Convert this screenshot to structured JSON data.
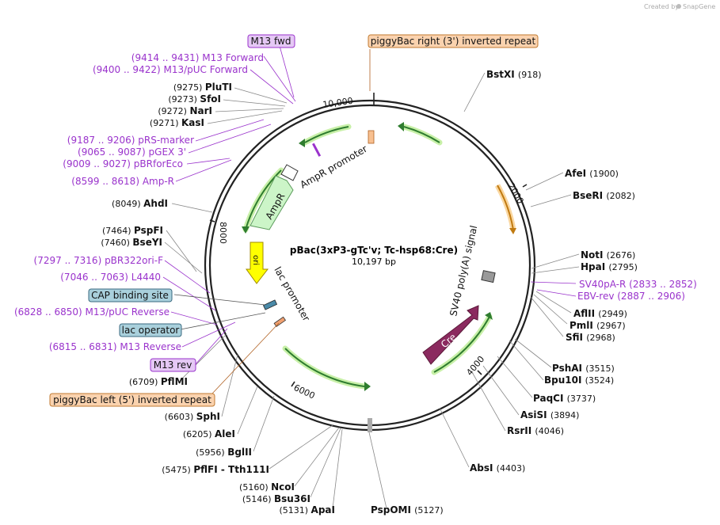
{
  "credit": {
    "created_by": "Created by",
    "brand": "SnapGene"
  },
  "title": {
    "name": "pBac(3xP3-gTc'v; Tc-hsp68:Cre)",
    "length": "10,197 bp"
  },
  "ticks": {
    "t2000": "2000",
    "t4000": "4000",
    "t6000": "6000",
    "t8000": "8000",
    "t10000": "10,000"
  },
  "features": {
    "ampr_promoter": "AmpR promoter",
    "ampr": "AmpR",
    "ori": "ori",
    "lac_promoter": "lac promoter",
    "sv40": "SV40 poly(A) signal",
    "cre": "Cre"
  },
  "boxes": {
    "m13_fwd": "M13 fwd",
    "pbac_right": "piggyBac right (3') inverted repeat",
    "cap": "CAP binding site",
    "lac_operator": "lac operator",
    "m13_rev": "M13 rev",
    "pbac_left": "piggyBac left (5') inverted repeat"
  },
  "left_labels": [
    {
      "id": "m13f",
      "pos": "(9414 .. 9431)",
      "name": "M13 Forward",
      "kind": "primer"
    },
    {
      "id": "m13puc",
      "pos": "(9400 .. 9422)",
      "name": "M13/pUC Forward",
      "kind": "primer"
    },
    {
      "id": "plut",
      "pos": "(9275)",
      "name": "PluTI",
      "kind": "enzyme"
    },
    {
      "id": "sfoi",
      "pos": "(9273)",
      "name": "SfoI",
      "kind": "enzyme"
    },
    {
      "id": "nari",
      "pos": "(9272)",
      "name": "NarI",
      "kind": "enzyme"
    },
    {
      "id": "kasi",
      "pos": "(9271)",
      "name": "KasI",
      "kind": "enzyme"
    },
    {
      "id": "prs",
      "pos": "(9187 .. 9206)",
      "name": "pRS-marker",
      "kind": "primer"
    },
    {
      "id": "pgex",
      "pos": "(9065 .. 9087)",
      "name": "pGEX 3'",
      "kind": "primer"
    },
    {
      "id": "pbrfor",
      "pos": "(9009 .. 9027)",
      "name": "pBRforEco",
      "kind": "primer"
    },
    {
      "id": "ampr",
      "pos": "(8599 .. 8618)",
      "name": "Amp-R",
      "kind": "primer"
    },
    {
      "id": "ahdi",
      "pos": "(8049)",
      "name": "AhdI",
      "kind": "enzyme"
    },
    {
      "id": "pspfi",
      "pos": "(7464)",
      "name": "PspFI",
      "kind": "enzyme"
    },
    {
      "id": "bseyi",
      "pos": "(7460)",
      "name": "BseYI",
      "kind": "enzyme"
    },
    {
      "id": "pbr322",
      "pos": "(7297 .. 7316)",
      "name": "pBR322ori-F",
      "kind": "primer"
    },
    {
      "id": "l4440",
      "pos": "(7046 .. 7063)",
      "name": "L4440",
      "kind": "primer"
    },
    {
      "id": "m13pucr",
      "pos": "(6828 .. 6850)",
      "name": "M13/pUC Reverse",
      "kind": "primer"
    },
    {
      "id": "m13r",
      "pos": "(6815 .. 6831)",
      "name": "M13 Reverse",
      "kind": "primer"
    },
    {
      "id": "pflmi",
      "pos": "(6709)",
      "name": "PflMI",
      "kind": "enzyme"
    },
    {
      "id": "sphi",
      "pos": "(6603)",
      "name": "SphI",
      "kind": "enzyme"
    },
    {
      "id": "alei",
      "pos": "(6205)",
      "name": "AleI",
      "kind": "enzyme"
    },
    {
      "id": "bglii",
      "pos": "(5956)",
      "name": "BglII",
      "kind": "enzyme"
    },
    {
      "id": "pflfi",
      "pos": "(5475)",
      "name": "PflFI  - Tth111I",
      "kind": "enzyme"
    },
    {
      "id": "ncoi",
      "pos": "(5160)",
      "name": "NcoI",
      "kind": "enzyme"
    },
    {
      "id": "bsu36i",
      "pos": "(5146)",
      "name": "Bsu36I",
      "kind": "enzyme"
    },
    {
      "id": "apai",
      "pos": "(5131)",
      "name": "ApaI",
      "kind": "enzyme"
    }
  ],
  "right_labels": [
    {
      "id": "bstxi",
      "name": "BstXI",
      "pos": "(918)",
      "kind": "enzyme"
    },
    {
      "id": "afei",
      "name": "AfeI",
      "pos": "(1900)",
      "kind": "enzyme"
    },
    {
      "id": "bseri",
      "name": "BseRI",
      "pos": "(2082)",
      "kind": "enzyme"
    },
    {
      "id": "noti",
      "name": "NotI",
      "pos": "(2676)",
      "kind": "enzyme"
    },
    {
      "id": "hpai",
      "name": "HpaI",
      "pos": "(2795)",
      "kind": "enzyme"
    },
    {
      "id": "sv40pa",
      "name": "SV40pA-R",
      "pos": "(2833 .. 2852)",
      "kind": "primer"
    },
    {
      "id": "ebv",
      "name": "EBV-rev",
      "pos": "(2887 .. 2906)",
      "kind": "primer"
    },
    {
      "id": "aflii",
      "name": "AflII",
      "pos": "(2949)",
      "kind": "enzyme"
    },
    {
      "id": "pmli",
      "name": "PmlI",
      "pos": "(2967)",
      "kind": "enzyme"
    },
    {
      "id": "sfii",
      "name": "SfiI",
      "pos": "(2968)",
      "kind": "enzyme"
    },
    {
      "id": "pshai",
      "name": "PshAI",
      "pos": "(3515)",
      "kind": "enzyme"
    },
    {
      "id": "bpu10i",
      "name": "Bpu10I",
      "pos": "(3524)",
      "kind": "enzyme"
    },
    {
      "id": "paqci",
      "name": "PaqCI",
      "pos": "(3737)",
      "kind": "enzyme"
    },
    {
      "id": "assi",
      "name": "AsiSI",
      "pos": "(3894)",
      "kind": "enzyme"
    },
    {
      "id": "rsrii",
      "name": "RsrII",
      "pos": "(4046)",
      "kind": "enzyme"
    },
    {
      "id": "absi",
      "name": "AbsI",
      "pos": "(4403)",
      "kind": "enzyme"
    },
    {
      "id": "pspomi",
      "name": "PspOMI",
      "pos": "(5127)",
      "kind": "enzyme"
    }
  ]
}
